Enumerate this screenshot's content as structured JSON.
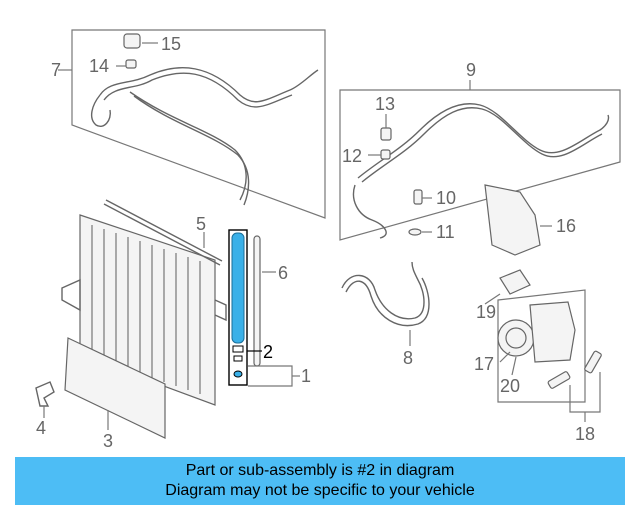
{
  "diagram": {
    "callouts": {
      "c1": "1",
      "c2": "2",
      "c3": "3",
      "c4": "4",
      "c5": "5",
      "c6": "6",
      "c7": "7",
      "c8": "8",
      "c9": "9",
      "c10": "10",
      "c11": "11",
      "c12": "12",
      "c13": "13",
      "c14": "14",
      "c15": "15",
      "c16": "16",
      "c17": "17",
      "c18": "18",
      "c19": "19",
      "c20": "20"
    },
    "highlight_color": "#3ab0e8"
  },
  "banner": {
    "line1": "Part or sub-assembly is #2 in diagram",
    "line2": "Diagram may not be specific to your vehicle",
    "color": "#4dbdf5"
  }
}
